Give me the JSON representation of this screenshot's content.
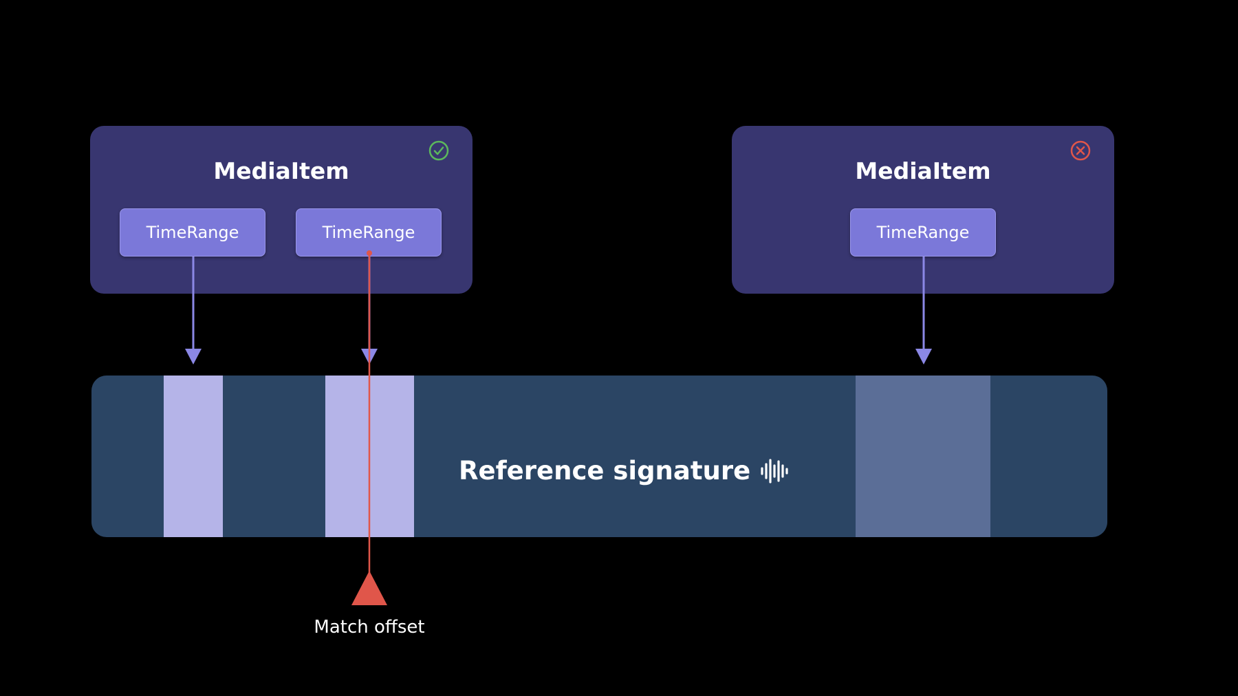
{
  "media_items": [
    {
      "title": "MediaItem",
      "status_icon": "checkmark-circle-icon",
      "status_color": "#5cb85c",
      "time_ranges": [
        "TimeRange",
        "TimeRange"
      ]
    },
    {
      "title": "MediaItem",
      "status_icon": "x-circle-icon",
      "status_color": "#e0564a",
      "time_ranges": [
        "TimeRange"
      ]
    }
  ],
  "reference_signature": {
    "label": "Reference signature",
    "icon": "waveform-icon",
    "bar_color": "#2b4564",
    "match_color": "#b5b4e8",
    "nonmatch_color": "#5b6e97"
  },
  "match_offset": {
    "label": "Match offset",
    "color": "#e0564a"
  },
  "arrow_color": "#8b88e6"
}
